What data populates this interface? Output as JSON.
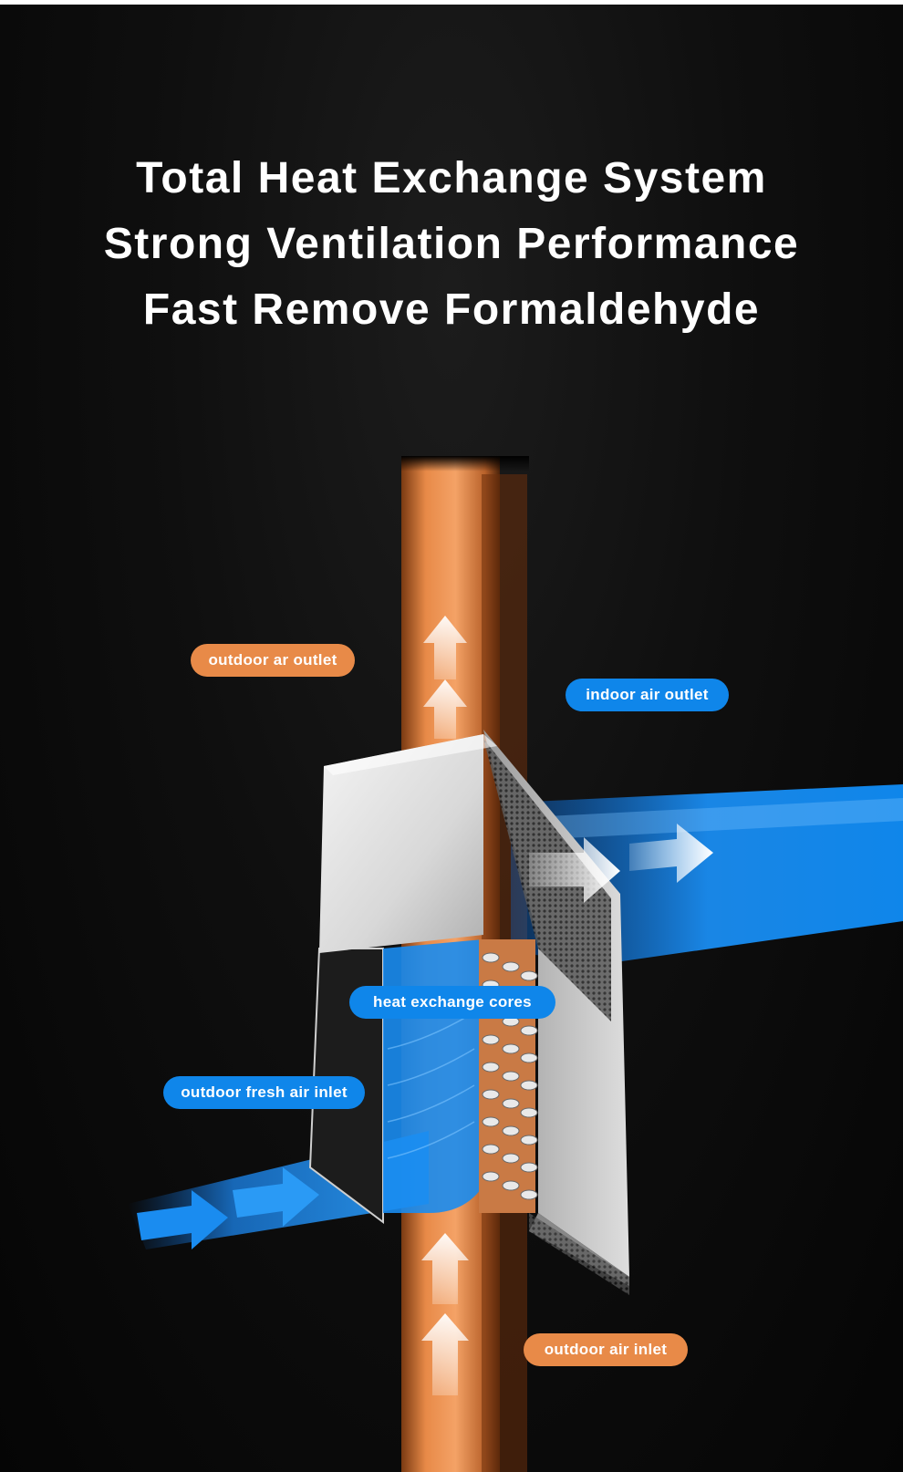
{
  "headline": {
    "line1": "Total Heat Exchange System",
    "line2": "Strong Ventilation Performance",
    "line3": "Fast Remove Formaldehyde"
  },
  "labels": {
    "outdoor_air_outlet": "outdoor ar outlet",
    "indoor_air_outlet": "indoor air outlet",
    "heat_exchange_cores": "heat exchange cores",
    "outdoor_fresh_air_inlet": "outdoor fresh air inlet",
    "outdoor_air_inlet": "outdoor air inlet"
  },
  "colors": {
    "orange_flow": "#e88a48",
    "blue_flow": "#0f86ea",
    "background": "#0c0c0c",
    "text": "#ffffff"
  },
  "icons": [
    "up-arrow-icon",
    "right-arrow-icon"
  ]
}
